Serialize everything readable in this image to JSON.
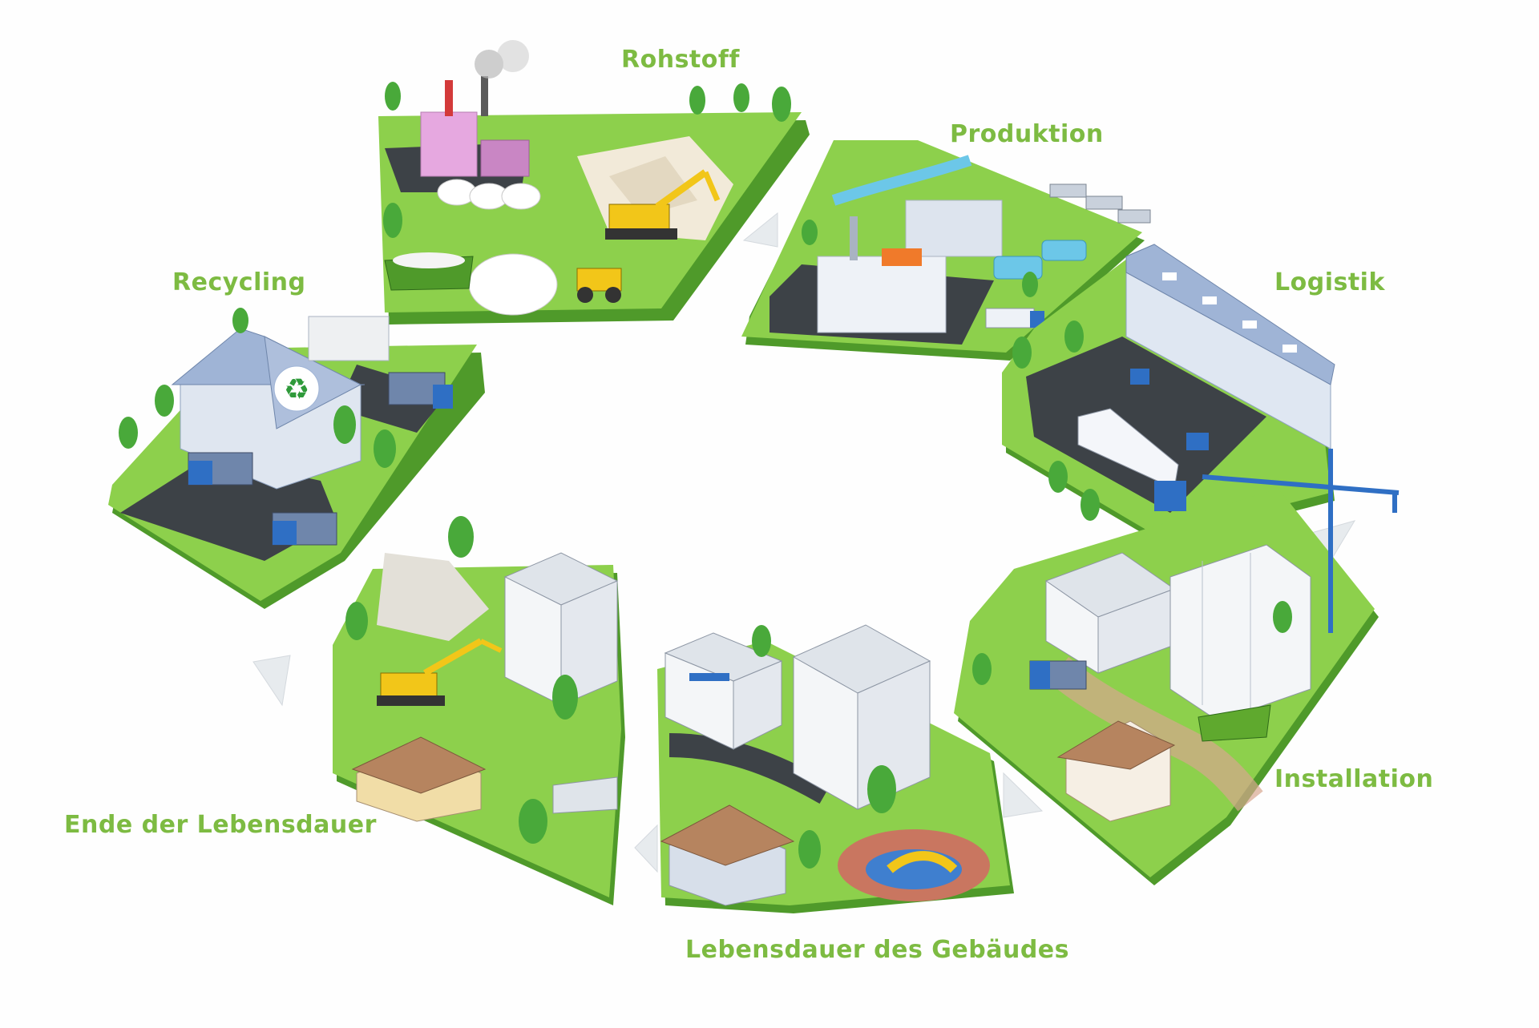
{
  "colors": {
    "label": "#7dbb42",
    "grass": "#8ccf4a",
    "grass_dark": "#5fa92e",
    "road": "#3d4247",
    "building": "#e9eef4",
    "building_blue": "#9fb4d6",
    "tree": "#49a93a",
    "truck": "#2f6fc4",
    "excavator": "#f2c619",
    "factory_pink": "#e6a8e0",
    "water": "#6cc7e8",
    "arrow": "#e6eaee"
  },
  "stages": [
    {
      "id": "rohstoff",
      "label": "Rohstoff"
    },
    {
      "id": "produktion",
      "label": "Produktion"
    },
    {
      "id": "logistik",
      "label": "Logistik"
    },
    {
      "id": "installation",
      "label": "Installation"
    },
    {
      "id": "lebensdauer",
      "label": "Lebensdauer des Gebäudes"
    },
    {
      "id": "ende",
      "label": "Ende der Lebensdauer"
    },
    {
      "id": "recycling",
      "label": "Recycling"
    }
  ],
  "icons": {
    "recycling_symbol": "recycle-icon"
  }
}
